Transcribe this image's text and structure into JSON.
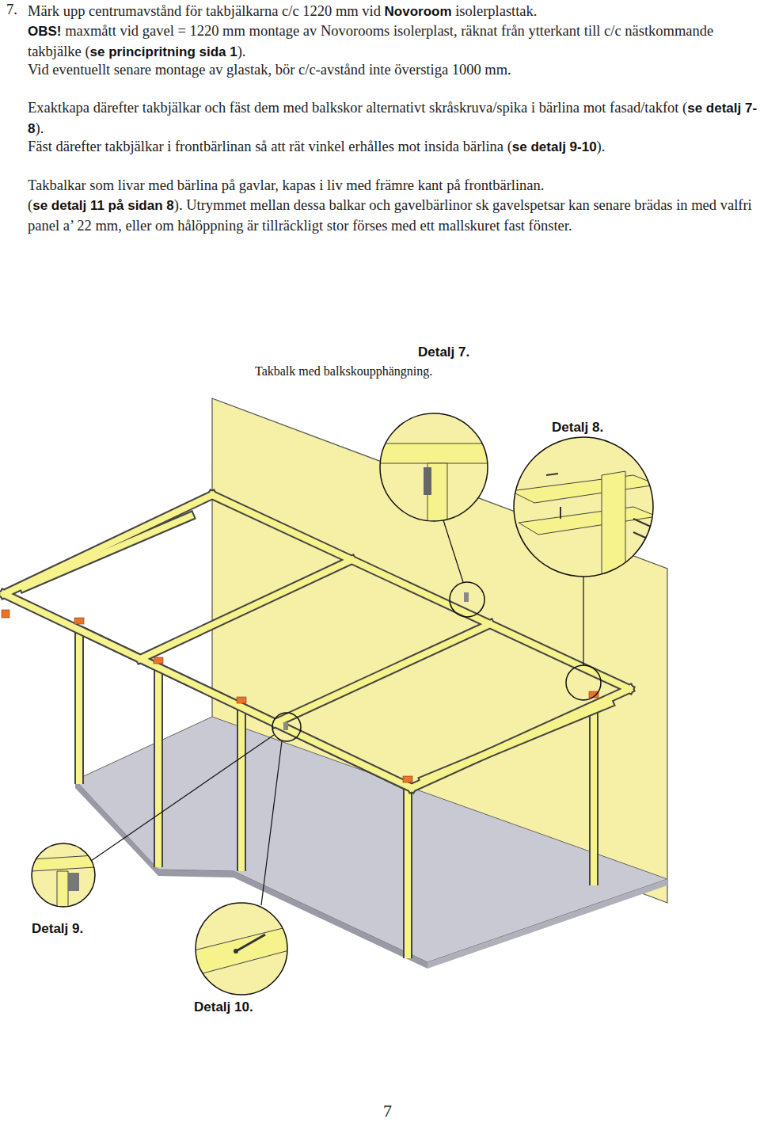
{
  "diagram": {
    "labels": [
      "7.",
      "Märk upp centrumavstånd för takbjälkarna c/c 1220 mm vid ",
      "Novoroom",
      " isolerplasttak.",
      "OBS!",
      " maxmått vid gavel = 1220 mm  montage av Novorooms isolerplast, räknat från ytterkant till c/c nästkommande takbjälke (",
      "se principritning sida 1",
      ").",
      "Vid eventuellt senare montage av glastak, bör c/c-avstånd inte överstiga 1000 mm.",
      "Exaktkapa därefter takbjälkar och fäst dem med balkskor alternativt skråskruva/spika i bärlina mot fasad/takfot (",
      "se detalj 7-8",
      ").",
      "Fäst därefter takbjälkar i frontbärlinan så att rät vinkel erhålles mot insida bärlina (",
      "se detalj 9-10",
      ").",
      "Takbalkar som livar med bärlina på gavlar, kapas i liv med främre kant på frontbärlinan.",
      "(",
      "se detalj 11 på sidan 8",
      "). Utrymmet mellan dessa balkar och gavelbärlinor sk gavelspetsar kan senare brädas in med valfri panel a’ 22 mm, eller om hålöppning är tillräckligt stor förses med ett mallskuret fast fönster.",
      "Detalj 7.",
      "Takbalk med balkskoupphängning.",
      "Detalj 8.",
      "Detalj 9.",
      "Detalj 10.",
      "7"
    ]
  }
}
